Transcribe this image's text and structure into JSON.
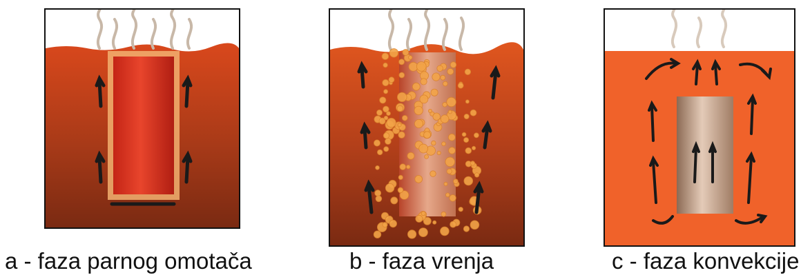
{
  "panels": [
    {
      "caption": "a - faza parnog omotača",
      "phase": "vapor-blanket"
    },
    {
      "caption": "b - faza vrenja",
      "phase": "boiling"
    },
    {
      "caption": "c - faza konvekcije",
      "phase": "convection"
    }
  ],
  "colors": {
    "quench_top": "#d9481c",
    "quench_bottom": "#7a2a12",
    "convection_liquid": "#f0622a",
    "vapor": "#c8b8a8",
    "part_hot": "#d8321e",
    "part_cool": "#c9a58a",
    "bubble": "#f3a448",
    "arrow": "#1a1a1a"
  }
}
